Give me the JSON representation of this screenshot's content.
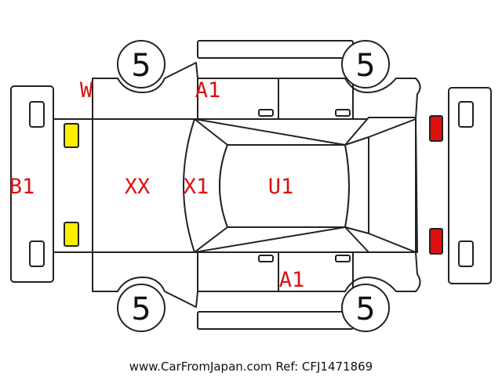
{
  "colors": {
    "damage_text": "#dd1010",
    "amber_lamp": "#ffee00",
    "red_lamp": "#dd1010",
    "outline": "#222222"
  },
  "damage_codes": {
    "w_front_left": "W",
    "a1_top": "A1",
    "b1_rear": "B1",
    "xx_roof_rear": "XX",
    "x1_window": "X1",
    "u1_roof": "U1",
    "a1_bottom": "A1"
  },
  "tires": {
    "front_left": "5",
    "rear_left": "5",
    "front_right": "5",
    "rear_right": "5"
  },
  "footer": {
    "text": "www.CarFromJapan.com Ref: CFJ1471869"
  }
}
